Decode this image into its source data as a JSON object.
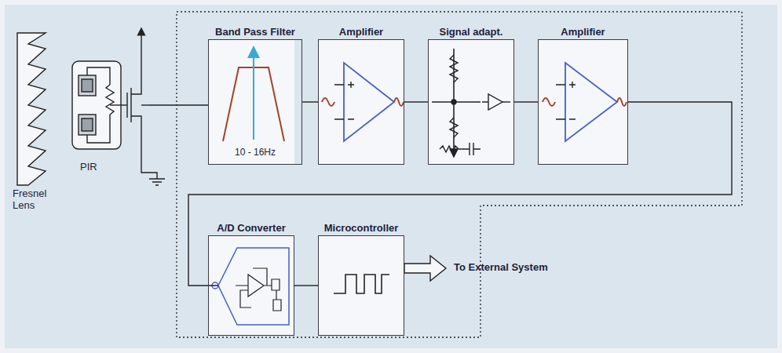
{
  "diagram": {
    "nodes": [
      {
        "text": [
          "Band Pass Filter",
          "10 - 16Hz"
        ]
      },
      {
        "text": [
          "Amplifier"
        ]
      },
      {
        "text": [
          "Signal adapt."
        ]
      },
      {
        "text": [
          "Amplifier"
        ]
      },
      {
        "text": [
          "A/D Converter"
        ]
      },
      {
        "text": [
          "Microcontroller"
        ]
      }
    ],
    "edges": [
      {
        "from": 0,
        "to": 1,
        "arrow": "none"
      },
      {
        "from": 1,
        "to": 2,
        "arrow": "none"
      },
      {
        "from": 2,
        "to": 3,
        "arrow": "none"
      },
      {
        "from": 3,
        "to": 4,
        "arrow": "none"
      },
      {
        "from": 4,
        "to": 5,
        "arrow": "none"
      }
    ],
    "labels": [
      "Fresnel Lens",
      "PIR",
      "To External System"
    ]
  }
}
